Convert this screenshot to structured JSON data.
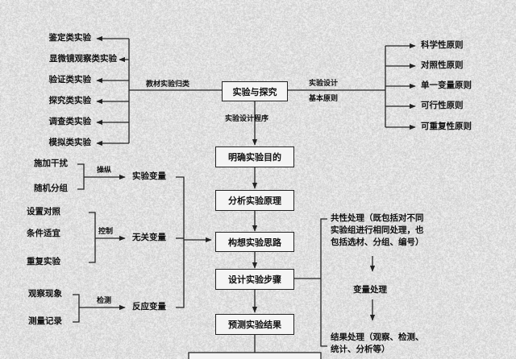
{
  "central_box": "实验与探究",
  "left_category_label": "教材实验归类",
  "experiment_types": [
    "鉴定类实验",
    "显微镜观察类实验",
    "验证类实验",
    "探究类实验",
    "调查类实验",
    "模拟类实验"
  ],
  "design_principles_label": [
    "实验设计",
    "基本原则"
  ],
  "principles": [
    "科学性原则",
    "对照性原则",
    "单一变量原则",
    "可行性原则",
    "可重复性原则"
  ],
  "procedure_label": "实验设计程序",
  "steps": [
    "明确实验目的",
    "分析实验原理",
    "构想实验思路",
    "设计实验步骤",
    "预测实验结果"
  ],
  "variables": {
    "independent": {
      "label": "实验变量",
      "relation": "操纵",
      "items": [
        "施加干扰",
        "随机分组"
      ]
    },
    "irrelevant": {
      "label": "无关变量",
      "relation": "控制",
      "items": [
        "设置对照",
        "条件适宜",
        "重复实验"
      ]
    },
    "dependent": {
      "label": "反应变量",
      "relation": "检测",
      "items": [
        "观察现象",
        "测量记录"
      ]
    }
  },
  "processing": {
    "common": [
      "共性处理（既包括对不同",
      "实验组进行相同处理，也",
      "包括选材、分组、编号）"
    ],
    "variable": "变量处理",
    "result": [
      "结果处理（观察、检测、",
      "统计、分析等）"
    ]
  }
}
